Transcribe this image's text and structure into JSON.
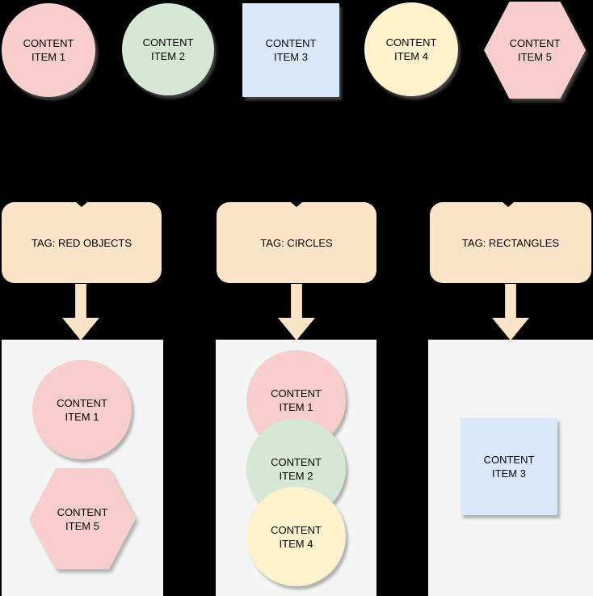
{
  "colors": {
    "bg": "#000000",
    "pink": "#F8CECC",
    "green": "#D5E8D4",
    "blue": "#DAE8FC",
    "yellow": "#FFF2CC",
    "peach": "#FCE4C9",
    "panel": "#F5F5F5",
    "text": "#000000"
  },
  "top_items": [
    {
      "label": "CONTENT\nITEM 1",
      "shape": "circle",
      "color": "#F8CECC"
    },
    {
      "label": "CONTENT\nITEM 2",
      "shape": "circle",
      "color": "#D5E8D4"
    },
    {
      "label": "CONTENT\nITEM 3",
      "shape": "rectangle",
      "color": "#DAE8FC"
    },
    {
      "label": "CONTENT\nITEM 4",
      "shape": "circle",
      "color": "#FFF2CC"
    },
    {
      "label": "CONTENT\nITEM 5",
      "shape": "hexagon",
      "color": "#F8CECC"
    }
  ],
  "tags": [
    {
      "label": "TAG: RED OBJECTS"
    },
    {
      "label": "TAG: CIRCLES"
    },
    {
      "label": "TAG: RECTANGLES"
    }
  ],
  "buckets": [
    {
      "tag": "TAG: RED OBJECTS",
      "items": [
        {
          "label": "CONTENT\nITEM 1",
          "shape": "circle",
          "color": "#F8CECC"
        },
        {
          "label": "CONTENT\nITEM 5",
          "shape": "hexagon",
          "color": "#F8CECC"
        }
      ]
    },
    {
      "tag": "TAG: CIRCLES",
      "items": [
        {
          "label": "CONTENT\nITEM 1",
          "shape": "circle",
          "color": "#F8CECC"
        },
        {
          "label": "CONTENT\nITEM 2",
          "shape": "circle",
          "color": "#D5E8D4"
        },
        {
          "label": "CONTENT\nITEM 4",
          "shape": "circle",
          "color": "#FFF2CC"
        }
      ]
    },
    {
      "tag": "TAG: RECTANGLES",
      "items": [
        {
          "label": "CONTENT\nITEM 3",
          "shape": "rectangle",
          "color": "#DAE8FC"
        }
      ]
    }
  ]
}
